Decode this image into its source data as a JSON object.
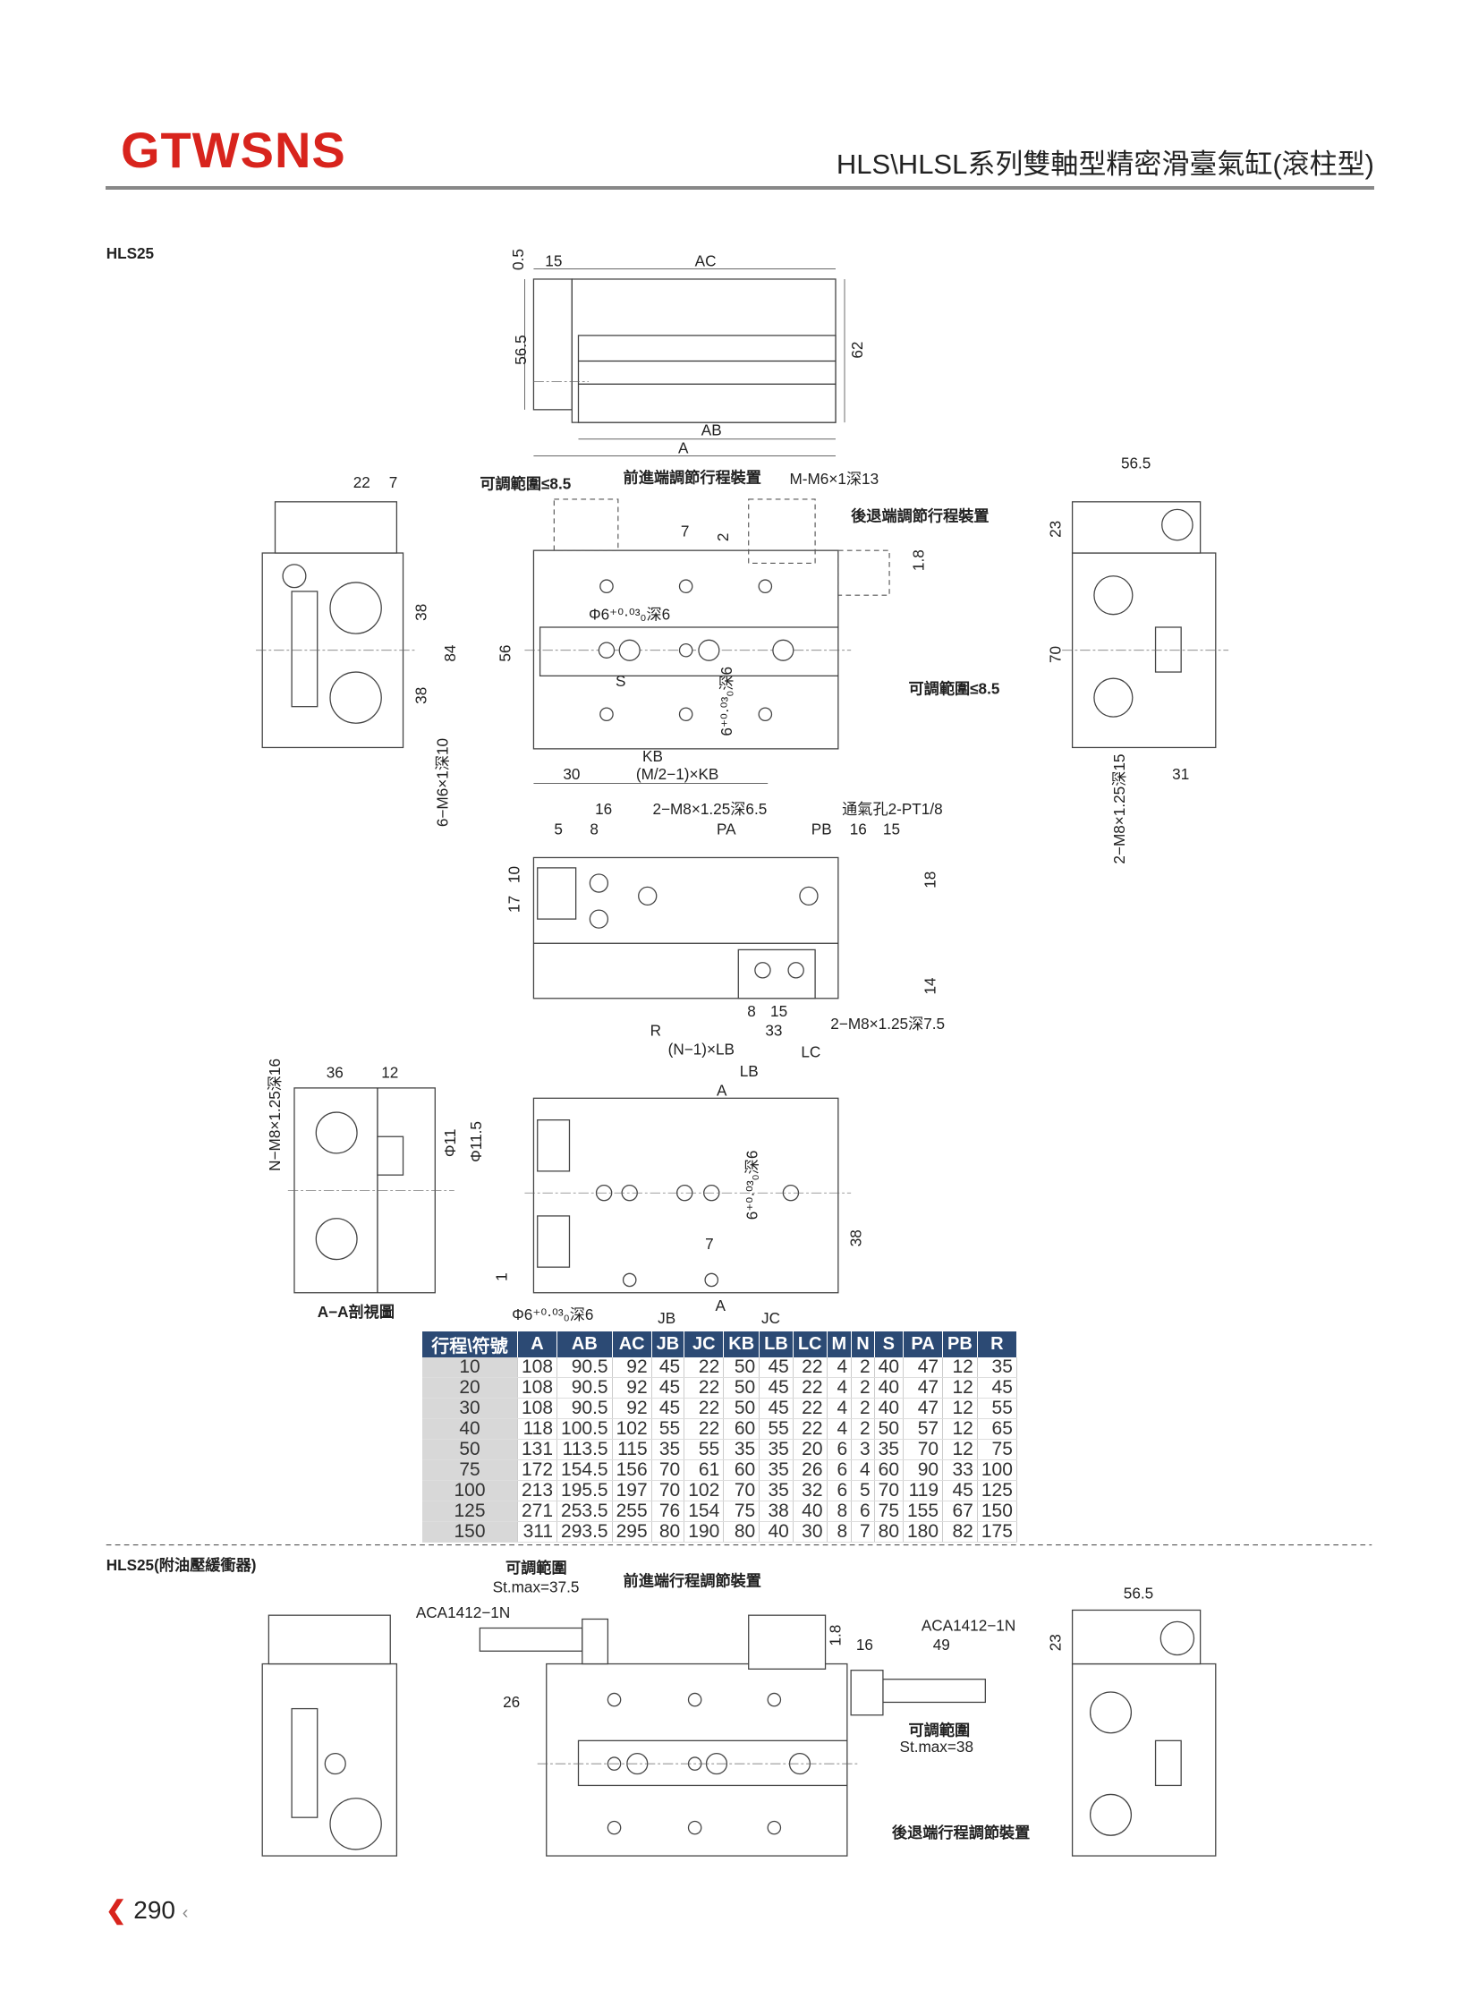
{
  "header": {
    "brand": "GTWSNS",
    "title": "HLS\\HLSL系列雙軸型精密滑臺氣缸(滾柱型)"
  },
  "sections": {
    "hls25": "HLS25",
    "hls25_damper": "HLS25(附油壓緩衝器)"
  },
  "labels": {
    "t05": "0.5",
    "t15": "15",
    "tAC": "AC",
    "t565": "56.5",
    "t62": "62",
    "tAB": "AB",
    "tA": "A",
    "adj1": "可調範圍≤8.5",
    "front_adj": "前進端調節行程裝置",
    "mm6": "M-M6×1深13",
    "rear_adj": "後退端調節行程裝置",
    "p7": "7",
    "p2": "2",
    "p18": "1.8",
    "phi6": "Φ6⁺⁰·⁰³₀深6",
    "p56": "56",
    "pS": "S",
    "p6deep": "6⁺⁰·⁰³₀深6",
    "adj2": "可調範圍≤8.5",
    "pKB": "KB",
    "p30": "30",
    "pMKB": "(M/2−1)×KB",
    "l22": "22",
    "l7": "7",
    "l38a": "38",
    "l84": "84",
    "l38b": "38",
    "l6m6": "6−M6×1深10",
    "r565": "56.5",
    "r23": "23",
    "r70": "70",
    "r2m8": "2−M8×1.25深15",
    "r31": "31",
    "m16": "16",
    "m2m8a": "2−M8×1.25深6.5",
    "mvent": "通氣孔2-PT1/8",
    "m5": "5",
    "m8": "8",
    "mPA": "PA",
    "mPB": "PB",
    "m16b": "16",
    "m15": "15",
    "m17": "17",
    "m10": "10",
    "m18": "18",
    "m14": "14",
    "m8b": "8",
    "m15b": "15",
    "mR": "R",
    "m33": "33",
    "m2m8b": "2−M8×1.25深7.5",
    "bNLB": "(N−1)×LB",
    "bLB": "LB",
    "bLC": "LC",
    "bA1": "A",
    "s36": "36",
    "s12": "12",
    "sNM8": "N−M8×1.25深16",
    "sphi11": "Φ11",
    "sphi115": "Φ11.5",
    "b6deep": "6⁺⁰·⁰³₀深6",
    "b38": "38",
    "b1": "1",
    "b7": "7",
    "bA2": "A",
    "bphi6": "Φ6⁺⁰·⁰³₀深6",
    "bJB": "JB",
    "bJC": "JC",
    "sAA": "A−A剖視圖",
    "d_adj": "可調範圍",
    "d_st375": "St.max=37.5",
    "d_front": "前進端行程調節裝置",
    "d_aca1": "ACA1412−1N",
    "d_26": "26",
    "d_18": "1.8",
    "d_16": "16",
    "d_aca2": "ACA1412−1N",
    "d_49": "49",
    "d_adj2": "可調範圍",
    "d_st38": "St.max=38",
    "d_rear": "後退端行程調節裝置",
    "d_565": "56.5",
    "d_23": "23"
  },
  "table": {
    "headers": [
      "行程\\符號",
      "A",
      "AB",
      "AC",
      "JB",
      "JC",
      "KB",
      "LB",
      "LC",
      "M",
      "N",
      "S",
      "PA",
      "PB",
      "R"
    ],
    "rows": [
      [
        "10",
        "108",
        "90.5",
        "92",
        "45",
        "22",
        "50",
        "45",
        "22",
        "4",
        "2",
        "40",
        "47",
        "12",
        "35"
      ],
      [
        "20",
        "108",
        "90.5",
        "92",
        "45",
        "22",
        "50",
        "45",
        "22",
        "4",
        "2",
        "40",
        "47",
        "12",
        "45"
      ],
      [
        "30",
        "108",
        "90.5",
        "92",
        "45",
        "22",
        "50",
        "45",
        "22",
        "4",
        "2",
        "40",
        "47",
        "12",
        "55"
      ],
      [
        "40",
        "118",
        "100.5",
        "102",
        "55",
        "22",
        "60",
        "55",
        "22",
        "4",
        "2",
        "50",
        "57",
        "12",
        "65"
      ],
      [
        "50",
        "131",
        "113.5",
        "115",
        "35",
        "55",
        "35",
        "35",
        "20",
        "6",
        "3",
        "35",
        "70",
        "12",
        "75"
      ],
      [
        "75",
        "172",
        "154.5",
        "156",
        "70",
        "61",
        "60",
        "35",
        "26",
        "6",
        "4",
        "60",
        "90",
        "33",
        "100"
      ],
      [
        "100",
        "213",
        "195.5",
        "197",
        "70",
        "102",
        "70",
        "35",
        "32",
        "6",
        "5",
        "70",
        "119",
        "45",
        "125"
      ],
      [
        "125",
        "271",
        "253.5",
        "255",
        "76",
        "154",
        "75",
        "38",
        "40",
        "8",
        "6",
        "75",
        "155",
        "67",
        "150"
      ],
      [
        "150",
        "311",
        "293.5",
        "295",
        "80",
        "190",
        "80",
        "40",
        "30",
        "8",
        "7",
        "80",
        "180",
        "82",
        "175"
      ]
    ]
  },
  "footer": {
    "page_number": "290",
    "prev_arrow": "❮",
    "next_arrow": "‹"
  },
  "colors": {
    "brand": "#d8241d",
    "table_header": "#2c4a74"
  }
}
